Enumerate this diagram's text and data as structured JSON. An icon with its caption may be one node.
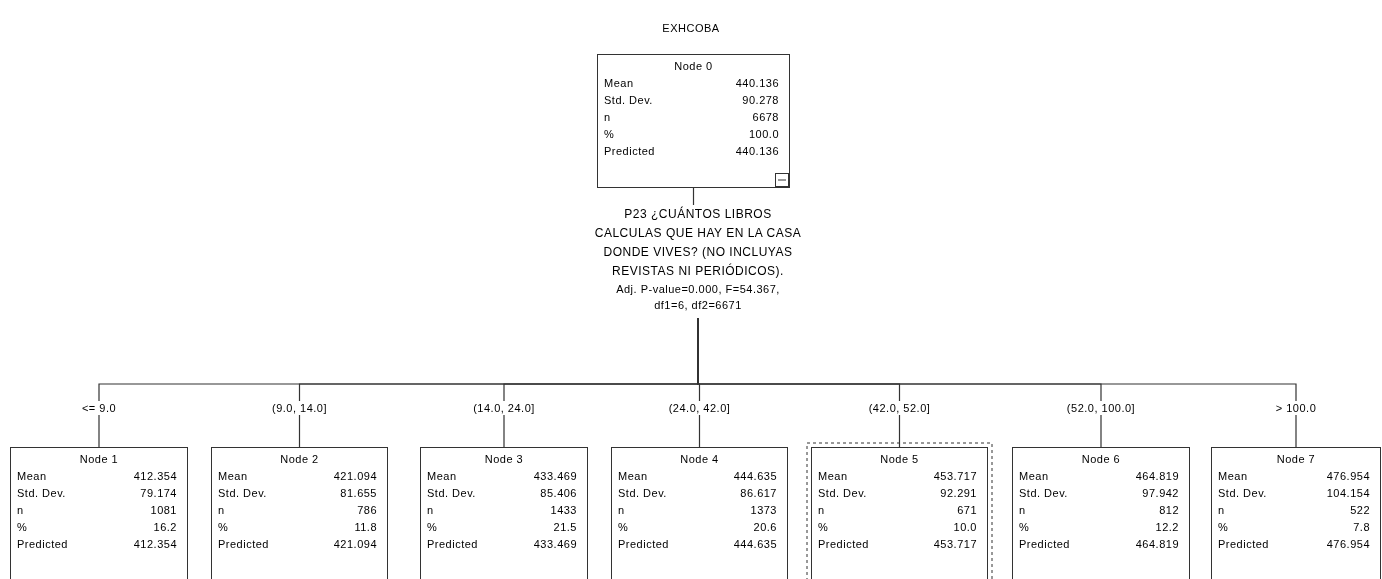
{
  "diagram": {
    "title": "EXHCOBA",
    "nodes": [
      {
        "text": [
          "Node 0",
          "Mean",
          "440.136",
          "Std. Dev.",
          "90.278",
          "n",
          "6678",
          "%",
          "100.0",
          "Predicted",
          "440.136"
        ]
      },
      {
        "text": [
          "P23 ¿CUÁNTOS LIBROS CALCULAS QUE HAY EN LA CASA DONDE VIVES? (NO INCLUYAS REVISTAS NI PERIÓDICOS).",
          "Adj. P-value=0.000, F=54.367, df1=6, df2=6671"
        ]
      },
      {
        "text": [
          "Node 1",
          "Mean",
          "412.354",
          "Std. Dev.",
          "79.174",
          "n",
          "1081",
          "%",
          "16.2",
          "Predicted",
          "412.354"
        ]
      },
      {
        "text": [
          "Node 2",
          "Mean",
          "421.094",
          "Std. Dev.",
          "81.655",
          "n",
          "786",
          "%",
          "11.8",
          "Predicted",
          "421.094"
        ]
      },
      {
        "text": [
          "Node 3",
          "Mean",
          "433.469",
          "Std. Dev.",
          "85.406",
          "n",
          "1433",
          "%",
          "21.5",
          "Predicted",
          "433.469"
        ]
      },
      {
        "text": [
          "Node 4",
          "Mean",
          "444.635",
          "Std. Dev.",
          "86.617",
          "n",
          "1373",
          "%",
          "20.6",
          "Predicted",
          "444.635"
        ]
      },
      {
        "text": [
          "Node 5",
          "Mean",
          "453.717",
          "Std. Dev.",
          "92.291",
          "n",
          "671",
          "%",
          "10.0",
          "Predicted",
          "453.717"
        ]
      },
      {
        "text": [
          "Node 6",
          "Mean",
          "464.819",
          "Std. Dev.",
          "97.942",
          "n",
          "812",
          "%",
          "12.2",
          "Predicted",
          "464.819"
        ]
      },
      {
        "text": [
          "Node 7",
          "Mean",
          "476.954",
          "Std. Dev.",
          "104.154",
          "n",
          "522",
          "%",
          "7.8",
          "Predicted",
          "476.954"
        ]
      }
    ],
    "edges": [
      {
        "from": 0,
        "to": 1,
        "arrow": "none"
      },
      {
        "from": 1,
        "to": 2,
        "arrow": "none",
        "label": "<= 9.0"
      },
      {
        "from": 1,
        "to": 3,
        "arrow": "none",
        "label": "(9.0, 14.0]"
      },
      {
        "from": 1,
        "to": 4,
        "arrow": "none",
        "label": "(14.0, 24.0]"
      },
      {
        "from": 1,
        "to": 5,
        "arrow": "none",
        "label": "(24.0, 42.0]"
      },
      {
        "from": 1,
        "to": 6,
        "arrow": "none",
        "label": "(42.0, 52.0]"
      },
      {
        "from": 1,
        "to": 7,
        "arrow": "none",
        "label": "(52.0, 100.0]"
      },
      {
        "from": 1,
        "to": 8,
        "arrow": "none",
        "label": "> 100.0"
      }
    ]
  }
}
